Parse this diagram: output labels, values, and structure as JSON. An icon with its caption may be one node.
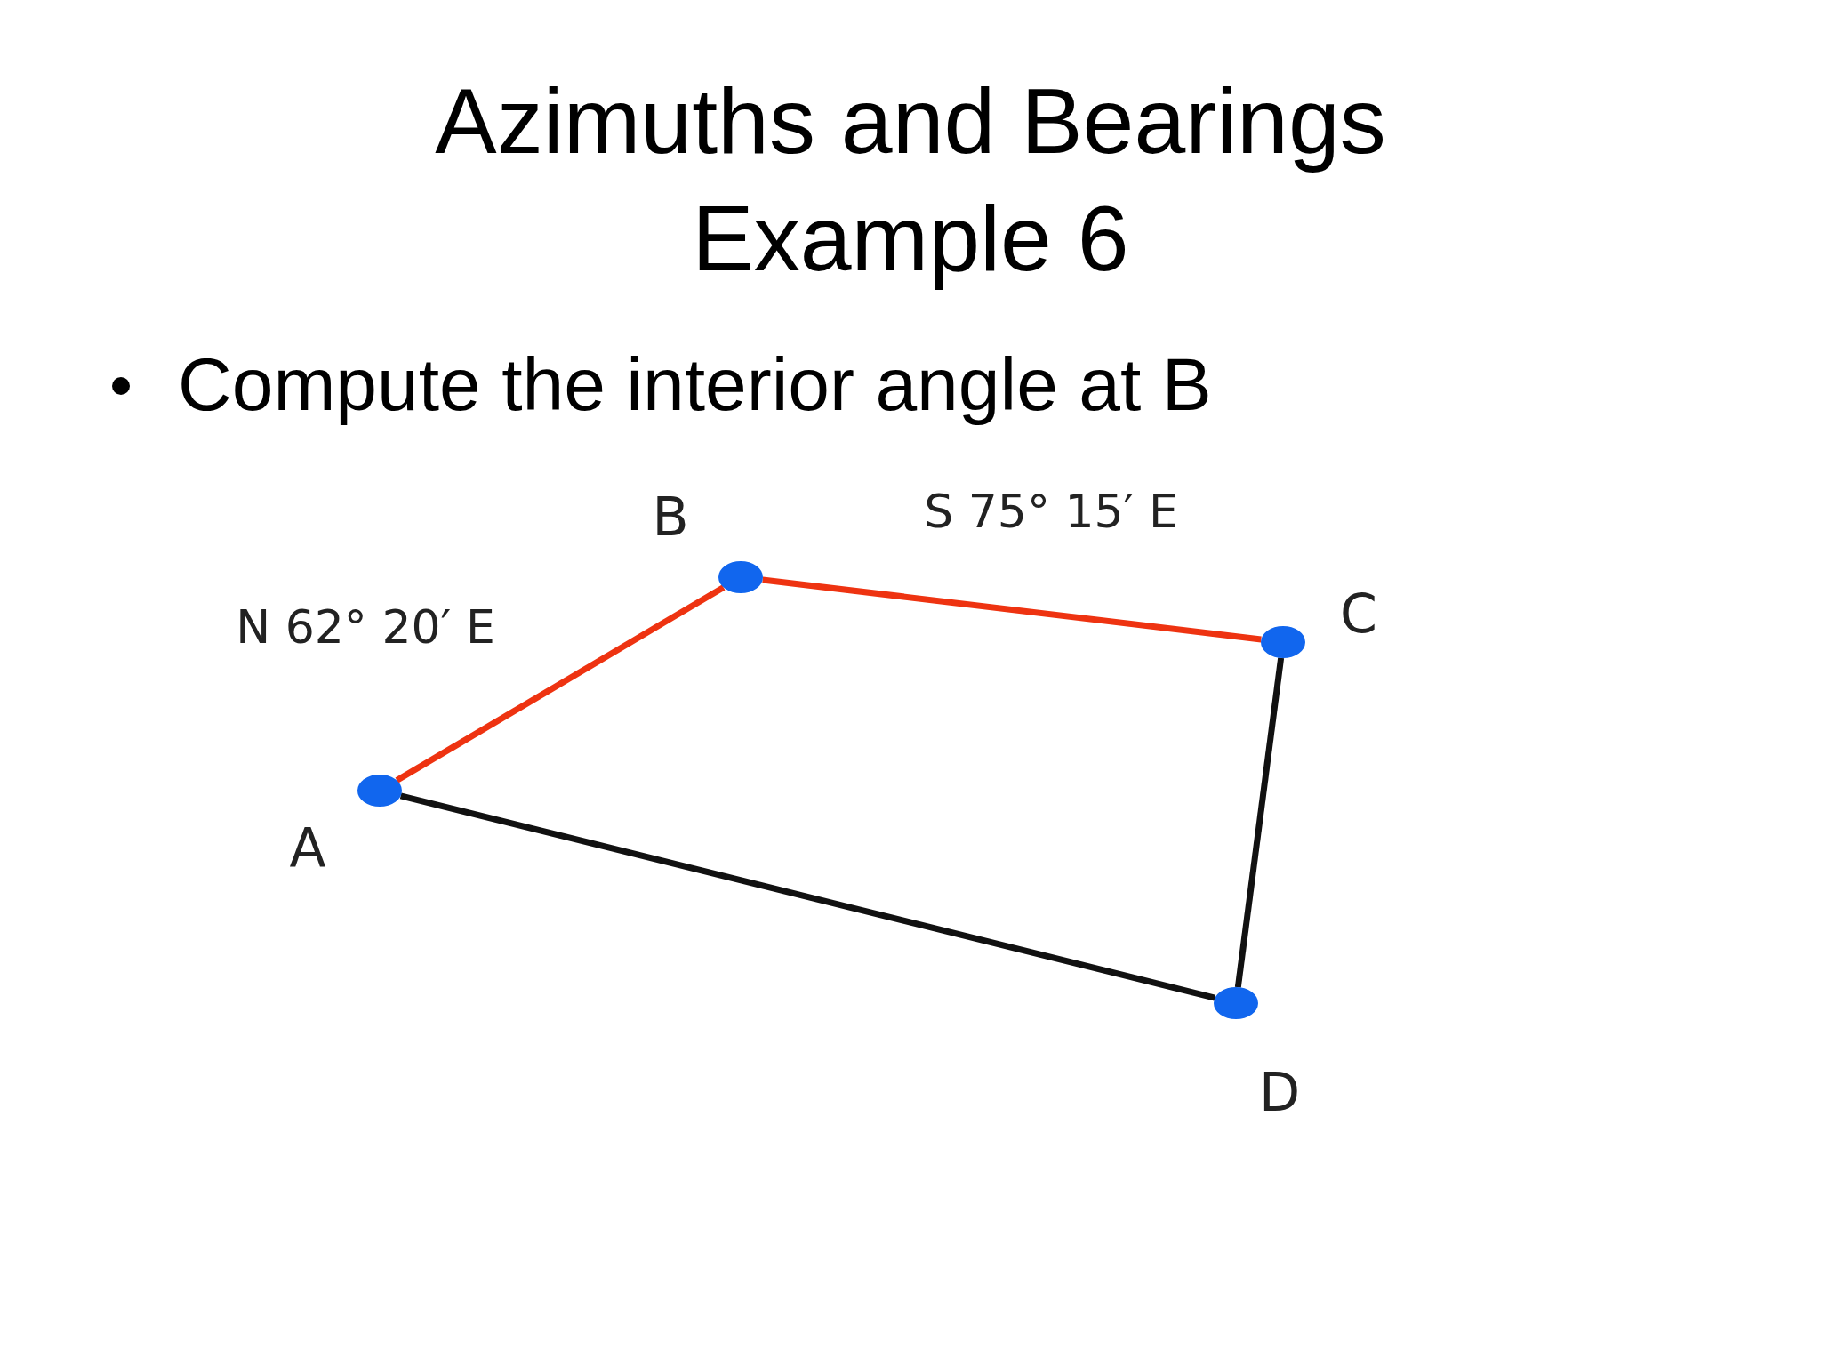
{
  "diagram": {
    "title": "Azimuths and Bearings Example 6",
    "nodes": [
      {
        "text": [],
        "shape": "circle",
        "beside": [
          "B"
        ]
      },
      {
        "text": [],
        "shape": "circle",
        "beside": [
          "C"
        ]
      },
      {
        "text": [],
        "shape": "circle",
        "beside": [
          "A"
        ]
      },
      {
        "text": [],
        "shape": "circle",
        "beside": [
          "D"
        ]
      }
    ],
    "edges": [
      {
        "from": 2,
        "to": 0,
        "arrow": "none",
        "label": "N 62° 20′ E",
        "color": "#ee3311"
      },
      {
        "from": 0,
        "to": 1,
        "arrow": "none",
        "label": "S 75° 15′ E",
        "color": "#ee3311"
      },
      {
        "from": 1,
        "to": 3,
        "arrow": "none",
        "color": "#111111"
      },
      {
        "from": 3,
        "to": 2,
        "arrow": "none",
        "color": "#111111"
      }
    ],
    "labels": [
      "Compute the interior angle at B"
    ]
  }
}
